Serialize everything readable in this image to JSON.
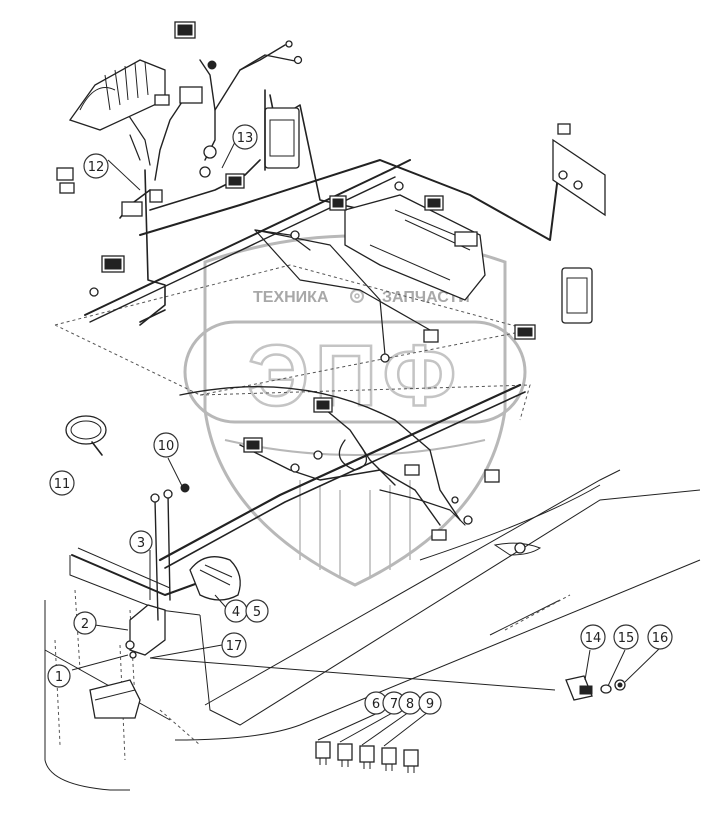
{
  "watermark": {
    "brand_left": "ТЕХНИКА",
    "brand_right": "ЗАПЧАСТИ",
    "logo_letters": "ЭПФ"
  },
  "callouts": {
    "c1": "1",
    "c2": "2",
    "c3": "3",
    "c4": "4",
    "c5": "5",
    "c6": "6",
    "c7": "7",
    "c8": "8",
    "c9": "9",
    "c10": "10",
    "c11": "11",
    "c12": "12",
    "c13": "13",
    "c14": "14",
    "c15": "15",
    "c16": "16",
    "c17": "17"
  }
}
